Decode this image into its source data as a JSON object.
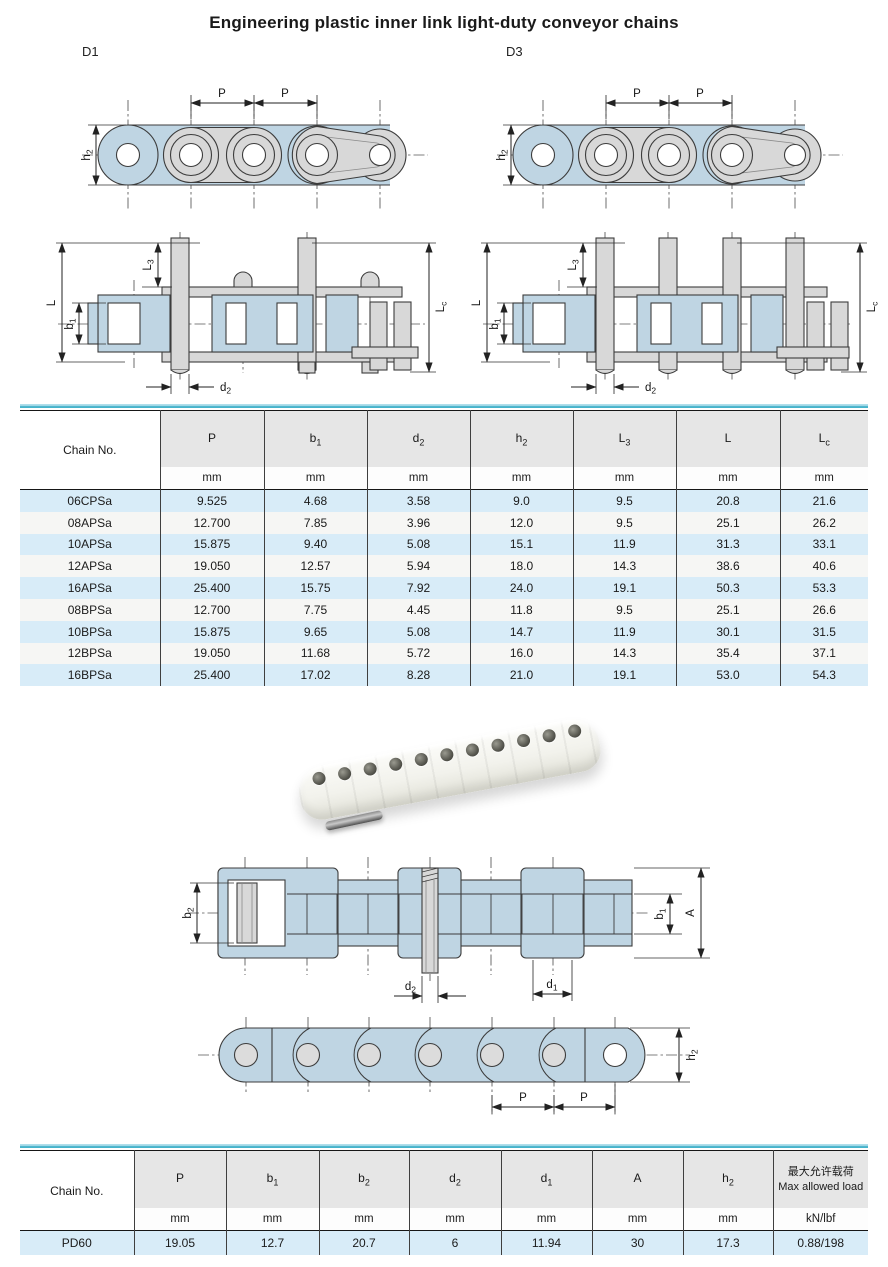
{
  "title": "Engineering plastic inner link light-duty conveyor chains",
  "labels": {
    "d1": "D1",
    "d3": "D3"
  },
  "dims": {
    "P": {
      "b": "P",
      "s": ""
    },
    "h2": {
      "b": "h",
      "s": "2"
    },
    "b1": {
      "b": "b",
      "s": "1"
    },
    "b2": {
      "b": "b",
      "s": "2"
    },
    "d1": {
      "b": "d",
      "s": "1"
    },
    "d2": {
      "b": "d",
      "s": "2"
    },
    "L": {
      "b": "L",
      "s": ""
    },
    "L3": {
      "b": "L",
      "s": "3"
    },
    "Lc": {
      "b": "L",
      "s": "c"
    },
    "A": {
      "b": "A",
      "s": ""
    }
  },
  "table1": {
    "chain_no_label": "Chain No.",
    "headers": [
      {
        "b": "P",
        "s": ""
      },
      {
        "b": "b",
        "s": "1"
      },
      {
        "b": "d",
        "s": "2"
      },
      {
        "b": "h",
        "s": "2"
      },
      {
        "b": "L",
        "s": "3"
      },
      {
        "b": "L",
        "s": ""
      },
      {
        "b": "L",
        "s": "c"
      }
    ],
    "units": [
      "mm",
      "mm",
      "mm",
      "mm",
      "mm",
      "mm",
      "mm"
    ],
    "rows": [
      [
        "06CPSa",
        "9.525",
        "4.68",
        "3.58",
        "9.0",
        "9.5",
        "20.8",
        "21.6"
      ],
      [
        "08APSa",
        "12.700",
        "7.85",
        "3.96",
        "12.0",
        "9.5",
        "25.1",
        "26.2"
      ],
      [
        "10APSa",
        "15.875",
        "9.40",
        "5.08",
        "15.1",
        "11.9",
        "31.3",
        "33.1"
      ],
      [
        "12APSa",
        "19.050",
        "12.57",
        "5.94",
        "18.0",
        "14.3",
        "38.6",
        "40.6"
      ],
      [
        "16APSa",
        "25.400",
        "15.75",
        "7.92",
        "24.0",
        "19.1",
        "50.3",
        "53.3"
      ],
      [
        "08BPSa",
        "12.700",
        "7.75",
        "4.45",
        "11.8",
        "9.5",
        "25.1",
        "26.6"
      ],
      [
        "10BPSa",
        "15.875",
        "9.65",
        "5.08",
        "14.7",
        "11.9",
        "30.1",
        "31.5"
      ],
      [
        "12BPSa",
        "19.050",
        "11.68",
        "5.72",
        "16.0",
        "14.3",
        "35.4",
        "37.1"
      ],
      [
        "16BPSa",
        "25.400",
        "17.02",
        "8.28",
        "21.0",
        "19.1",
        "53.0",
        "54.3"
      ]
    ]
  },
  "table2": {
    "chain_no_label": "Chain No.",
    "headers": [
      {
        "b": "P",
        "s": ""
      },
      {
        "b": "b",
        "s": "1"
      },
      {
        "b": "b",
        "s": "2"
      },
      {
        "b": "d",
        "s": "2"
      },
      {
        "b": "d",
        "s": "1"
      },
      {
        "b": "A",
        "s": ""
      },
      {
        "b": "h",
        "s": "2"
      }
    ],
    "load_header": {
      "zh": "最大允许载荷",
      "en": "Max allowed load"
    },
    "units": [
      "mm",
      "mm",
      "mm",
      "mm",
      "mm",
      "mm",
      "mm",
      "kN/lbf"
    ],
    "rows": [
      [
        "PD60",
        "19.05",
        "12.7",
        "20.7",
        "6",
        "11.94",
        "30",
        "17.3",
        "0.88/198"
      ]
    ]
  },
  "colors": {
    "accent_cyan": "#45b3cb",
    "diagram_blue": "#bfd5e3",
    "diagram_gray": "#d8d8d8",
    "row_blue": "#d8ecf8",
    "header_gray": "#e6e6e6"
  }
}
